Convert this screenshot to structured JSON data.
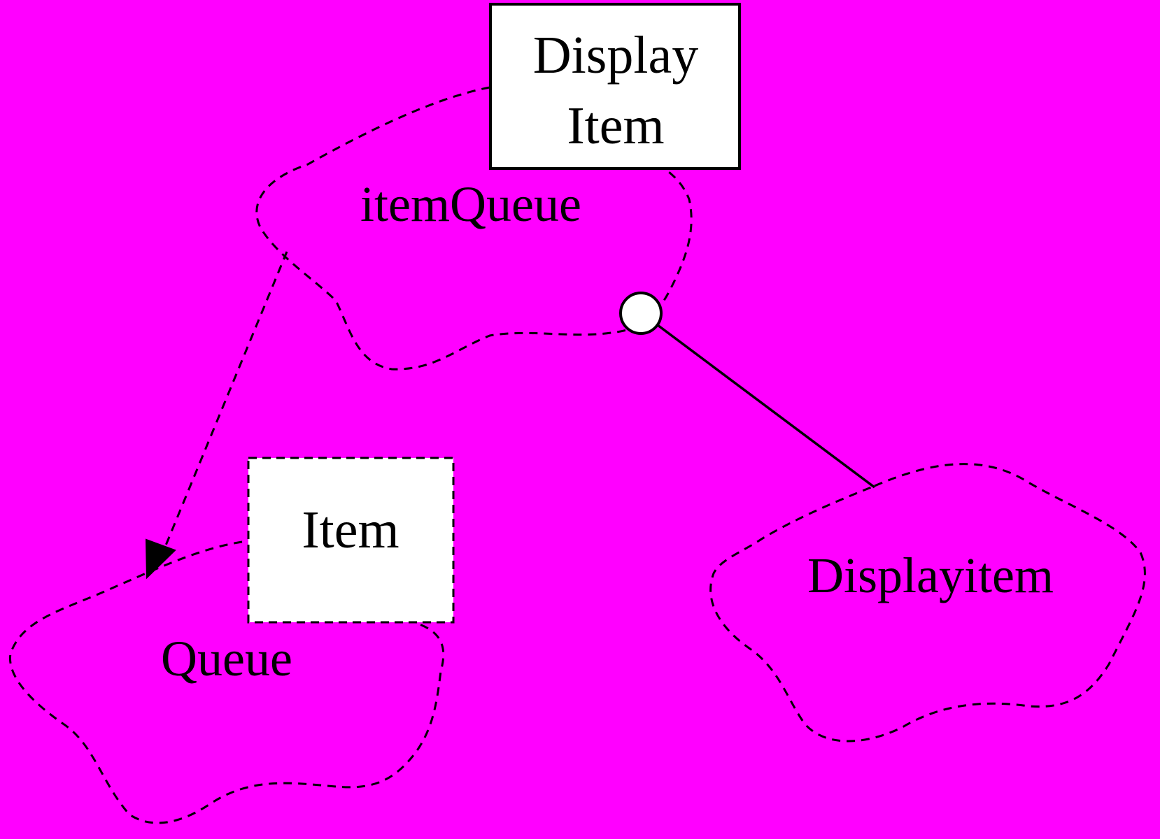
{
  "colors": {
    "background": "#ff00ff",
    "stroke": "#000000",
    "box_fill": "#ffffff"
  },
  "diagram": {
    "class_utilities": [
      {
        "id": "itemQueue",
        "label": "itemQueue"
      },
      {
        "id": "Queue",
        "label": "Queue"
      },
      {
        "id": "Displayitem",
        "label": "Displayitem"
      }
    ],
    "template_parameters": [
      {
        "id": "display-item-param",
        "line1": "Display",
        "line2": "Item",
        "border": "solid"
      },
      {
        "id": "item-param",
        "line1": "Item",
        "border": "dashed"
      }
    ],
    "relationships": [
      {
        "from": "itemQueue",
        "to": "Queue",
        "type": "dependency",
        "style": "dashed-arrow"
      },
      {
        "from": "itemQueue",
        "to": "Displayitem",
        "type": "association",
        "style": "solid-line-circle"
      }
    ]
  }
}
